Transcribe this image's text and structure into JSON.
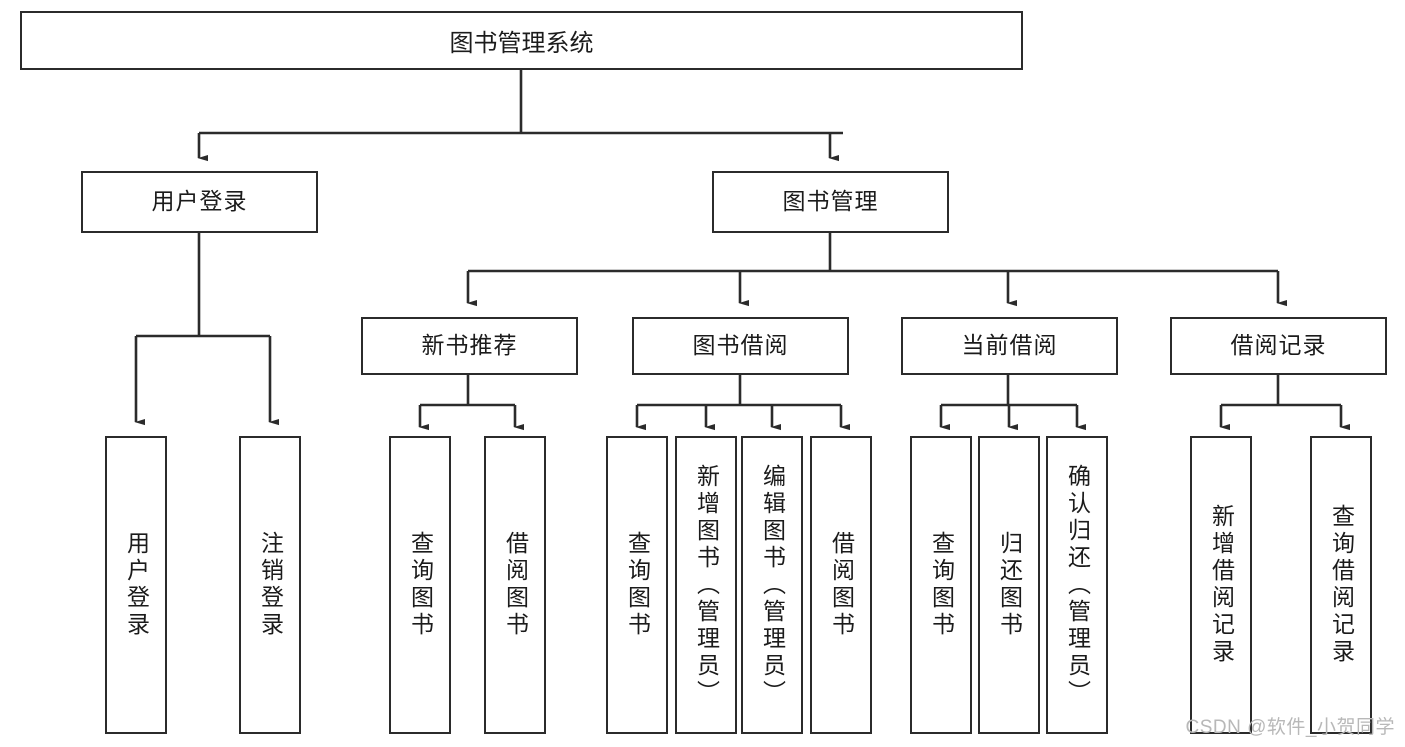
{
  "diagram": {
    "type": "tree-hierarchy",
    "title": "图书管理系统",
    "watermark": "CSDN @软件_小贺同学",
    "colors": {
      "stroke": "#2b2b2b",
      "fill": "#ffffff",
      "text": "#1b1b1b",
      "watermark": "#b8b8b8"
    },
    "root": {
      "id": "root",
      "label": "图书管理系统"
    },
    "level2": [
      {
        "id": "user-login",
        "label": "用户登录"
      },
      {
        "id": "book-manage",
        "label": "图书管理"
      }
    ],
    "level3": [
      {
        "id": "new-book-recommend",
        "label": "新书推荐",
        "parent": "book-manage"
      },
      {
        "id": "book-borrow",
        "label": "图书借阅",
        "parent": "book-manage"
      },
      {
        "id": "current-borrow",
        "label": "当前借阅",
        "parent": "book-manage"
      },
      {
        "id": "borrow-record",
        "label": "借阅记录",
        "parent": "book-manage"
      }
    ],
    "leaves": [
      {
        "id": "leaf-user-login",
        "label": "用户登录",
        "parent": "user-login"
      },
      {
        "id": "leaf-user-logout",
        "label": "注销登录",
        "parent": "user-login"
      },
      {
        "id": "leaf-query-book-1",
        "label": "查询图书",
        "parent": "new-book-recommend"
      },
      {
        "id": "leaf-borrow-book-1",
        "label": "借阅图书",
        "parent": "new-book-recommend"
      },
      {
        "id": "leaf-query-book-2",
        "label": "查询图书",
        "parent": "book-borrow"
      },
      {
        "id": "leaf-add-book",
        "label": "新增图书（管理员）",
        "parent": "book-borrow"
      },
      {
        "id": "leaf-edit-book",
        "label": "编辑图书（管理员）",
        "parent": "book-borrow"
      },
      {
        "id": "leaf-borrow-book-2",
        "label": "借阅图书",
        "parent": "book-borrow"
      },
      {
        "id": "leaf-query-book-3",
        "label": "查询图书",
        "parent": "current-borrow"
      },
      {
        "id": "leaf-return-book",
        "label": "归还图书",
        "parent": "current-borrow"
      },
      {
        "id": "leaf-confirm-return",
        "label": "确认归还（管理员）",
        "parent": "current-borrow"
      },
      {
        "id": "leaf-add-record",
        "label": "新增借阅记录",
        "parent": "borrow-record"
      },
      {
        "id": "leaf-query-record",
        "label": "查询借阅记录",
        "parent": "borrow-record"
      }
    ]
  }
}
